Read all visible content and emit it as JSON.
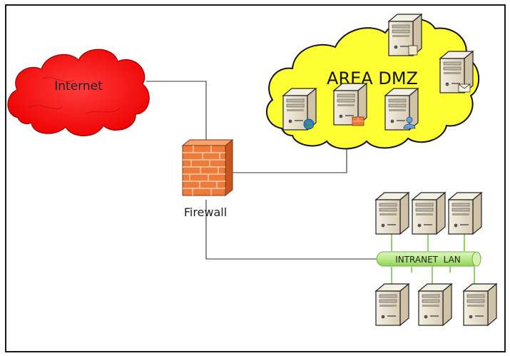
{
  "labels": {
    "internet": "Internet",
    "dmz": "AREA DMZ",
    "firewall": "Firewall",
    "lan": "INTRANET  LAN"
  },
  "colors": {
    "internet_cloud": "#ff1a1a",
    "dmz_cloud": "#ffff33",
    "firewall_brick": "#f07a3a",
    "lan_bus": "#b8e986",
    "server_body": "#e6dcc8",
    "frame": "#000000"
  },
  "icons": {
    "dmz_servers": [
      "server-icon",
      "server-icon",
      "web-server-icon",
      "server-icon",
      "mail-server-icon",
      "user-server-icon"
    ],
    "lan_servers": [
      "server-icon",
      "server-icon",
      "server-icon",
      "server-icon",
      "server-icon",
      "server-icon"
    ]
  }
}
